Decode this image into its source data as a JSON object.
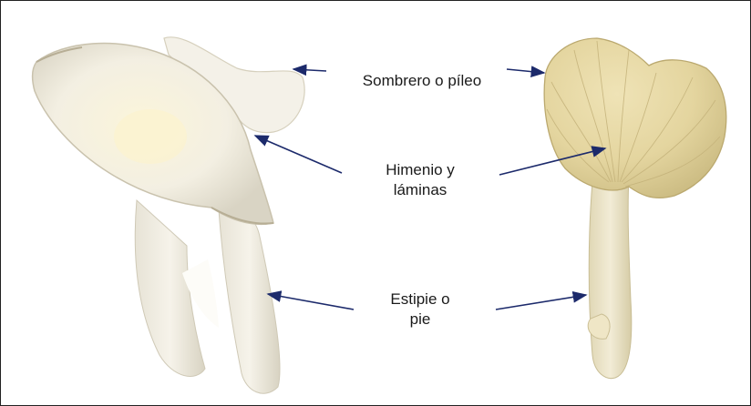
{
  "labels": {
    "cap": "Sombrero o píleo",
    "hymenium_line1": "Himenio y",
    "hymenium_line2": "láminas",
    "stipe_line1": "Estipie o",
    "stipe_line2": "pie"
  },
  "colors": {
    "arrow": "#1c2a6b",
    "mushroom_left": "#f3f0e6",
    "mushroom_right": "#e9dfb8"
  },
  "icons": {
    "left_mushroom": "oyster-mushroom-top-view",
    "right_mushroom": "oyster-mushroom-gill-side-view"
  }
}
